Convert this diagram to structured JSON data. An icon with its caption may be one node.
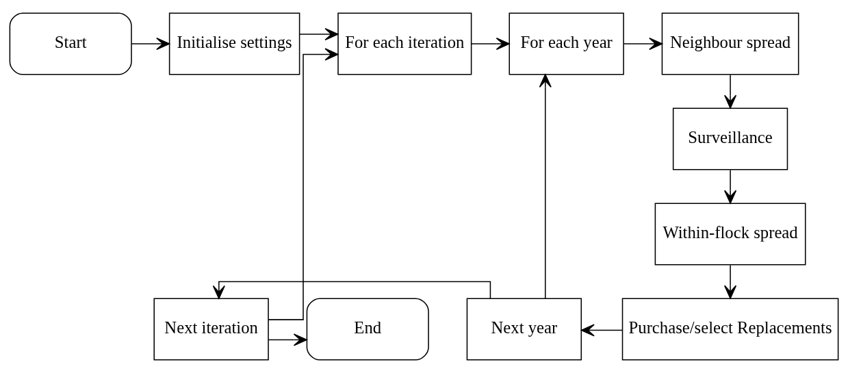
{
  "diagram": {
    "nodes": [
      {
        "text": [
          "Start"
        ]
      },
      {
        "text": [
          "Initialise settings"
        ]
      },
      {
        "text": [
          "For each iteration"
        ]
      },
      {
        "text": [
          "For each year"
        ]
      },
      {
        "text": [
          "Neighbour spread"
        ]
      },
      {
        "text": [
          "Surveillance"
        ]
      },
      {
        "text": [
          "Within-flock spread"
        ]
      },
      {
        "text": [
          "Purchase/select Replacements"
        ]
      },
      {
        "text": [
          "Next year"
        ]
      },
      {
        "text": [
          "Next iteration"
        ]
      },
      {
        "text": [
          "End"
        ]
      }
    ],
    "edges": [
      {
        "from": 0,
        "to": 1,
        "arrow": "to"
      },
      {
        "from": 1,
        "to": 2,
        "arrow": "to"
      },
      {
        "from": 2,
        "to": 3,
        "arrow": "to"
      },
      {
        "from": 3,
        "to": 4,
        "arrow": "to"
      },
      {
        "from": 4,
        "to": 5,
        "arrow": "to"
      },
      {
        "from": 5,
        "to": 6,
        "arrow": "to"
      },
      {
        "from": 6,
        "to": 7,
        "arrow": "to"
      },
      {
        "from": 7,
        "to": 8,
        "arrow": "to"
      },
      {
        "from": 8,
        "to": 3,
        "arrow": "to"
      },
      {
        "from": 8,
        "to": 9,
        "arrow": "to"
      },
      {
        "from": 9,
        "to": 2,
        "arrow": "to"
      },
      {
        "from": 9,
        "to": 10,
        "arrow": "to"
      }
    ]
  }
}
